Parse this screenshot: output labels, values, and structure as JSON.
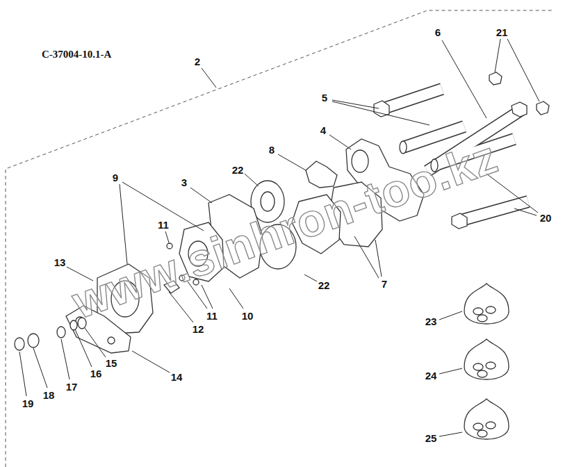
{
  "diagram": {
    "labels": [
      "C-37004-10.1-A",
      "2",
      "6",
      "21",
      "5",
      "4",
      "8",
      "3",
      "22",
      "9",
      "11",
      "13",
      "20",
      "22",
      "7",
      "10",
      "11",
      "12",
      "23",
      "15",
      "16",
      "14",
      "17",
      "24",
      "18",
      "19",
      "25",
      "www.sinhron-too.kz"
    ]
  }
}
